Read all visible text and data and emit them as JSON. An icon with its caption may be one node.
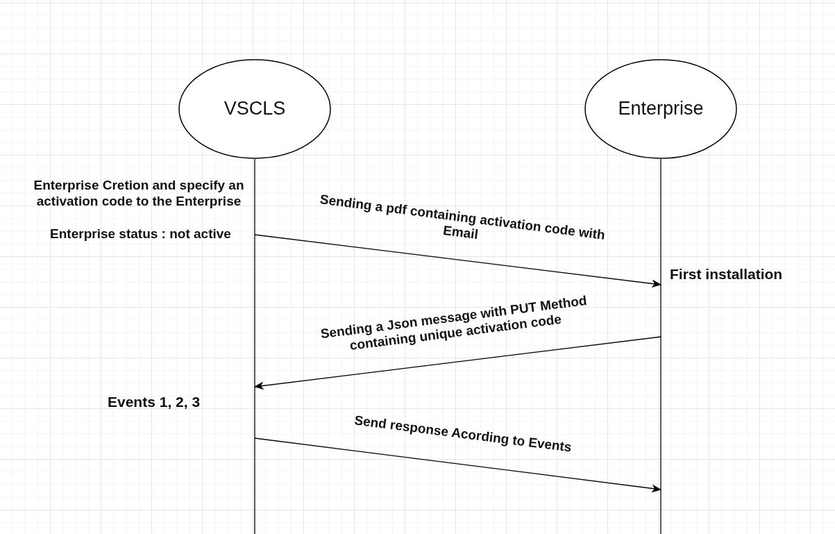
{
  "diagram": {
    "nodes": [
      {
        "text": [
          "VSCLS"
        ]
      },
      {
        "text": [
          "Enterprise"
        ]
      }
    ],
    "edges": [
      {
        "from": 0,
        "to": 1,
        "arrow": "to",
        "label": "Sending a pdf containing activation code with Email"
      },
      {
        "from": 1,
        "to": 0,
        "arrow": "to",
        "label": "Sending a Json message with PUT Method containing unique activation code"
      },
      {
        "from": 0,
        "to": 1,
        "arrow": "to",
        "label": "Send response Acording to Events"
      }
    ],
    "labels": [
      "Enterprise Cretion and specify an activation code to the Enterprise",
      "Enterprise status : not active",
      "First installation",
      "Events 1, 2, 3"
    ]
  }
}
